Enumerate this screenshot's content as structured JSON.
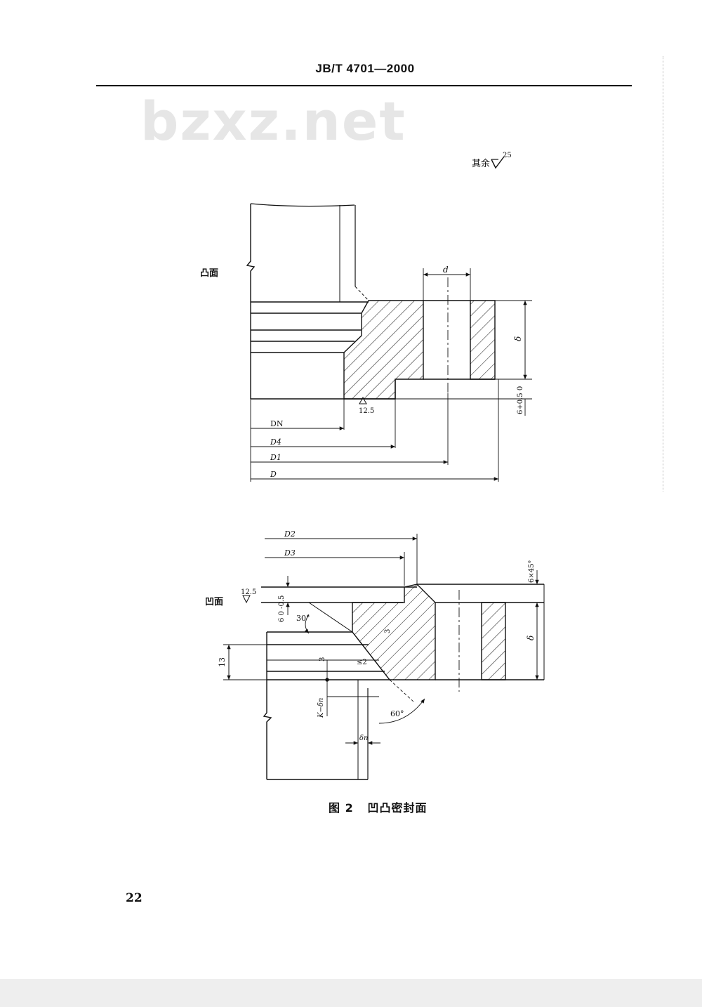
{
  "header": {
    "standard_code": "JB/T 4701—2000"
  },
  "watermark": {
    "text": "bzxz.net"
  },
  "roughness_note": {
    "label": "其余",
    "value": "25"
  },
  "figure_top": {
    "label": "凸面",
    "dims": {
      "d": "d",
      "delta": "δ",
      "raise": "6+0.5 0",
      "roughness": "12.5",
      "DN": "DN",
      "D4": "D4",
      "D1": "D1",
      "D": "D"
    }
  },
  "figure_bottom": {
    "label": "凹面",
    "dims": {
      "D2": "D2",
      "D3": "D3",
      "chamfer": "6×45°",
      "delta": "δ",
      "recess": "6 0 -0.5",
      "roughness": "12.5",
      "angle_30": "30°",
      "angle_60": "60°",
      "thirteen": "13",
      "three_a": "3",
      "three_b": "3",
      "le2": "≤2",
      "k_delta": "K−δn",
      "delta_n": "δn"
    }
  },
  "caption": {
    "figure_no": "图 2",
    "title": "凹凸密封面"
  },
  "page": {
    "number": "22"
  }
}
